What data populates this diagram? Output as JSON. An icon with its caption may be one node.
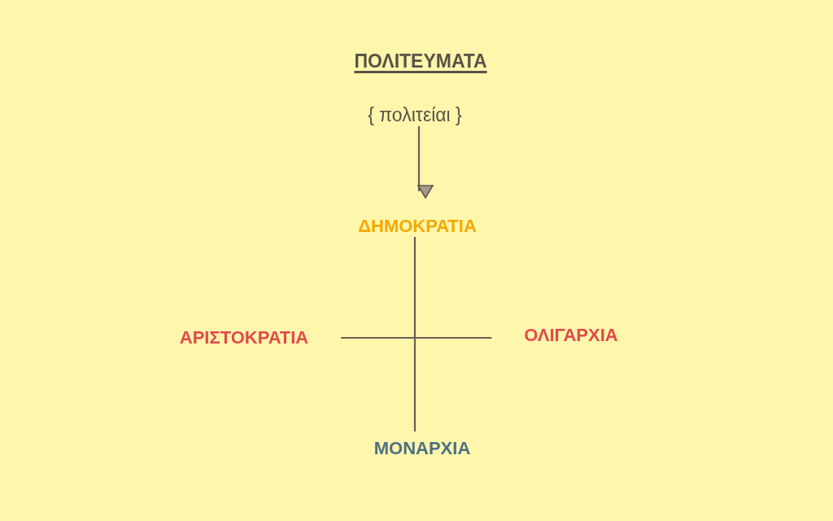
{
  "diagram": {
    "title": "ΠΟΛΙΤΕΥΜΑΤΑ",
    "nodes": [
      {
        "text": [
          "{ πολιτείαι }"
        ]
      },
      {
        "text": [
          "ΔΗΜΟΚΡΑΤΙΑ"
        ]
      },
      {
        "text": [
          "ΑΡΙΣΤΟΚΡΑΤΙΑ"
        ]
      },
      {
        "text": [
          "ΟΛΙΓΑΡΧΙΑ"
        ]
      },
      {
        "text": [
          "ΜΟΝΑΡΧΙΑ"
        ]
      }
    ],
    "edges": [
      {
        "from": 0,
        "to": 1,
        "arrow": "to"
      },
      {
        "from": 1,
        "to": 4,
        "arrow": "none"
      },
      {
        "from": 2,
        "to": 3,
        "arrow": "none"
      }
    ]
  }
}
